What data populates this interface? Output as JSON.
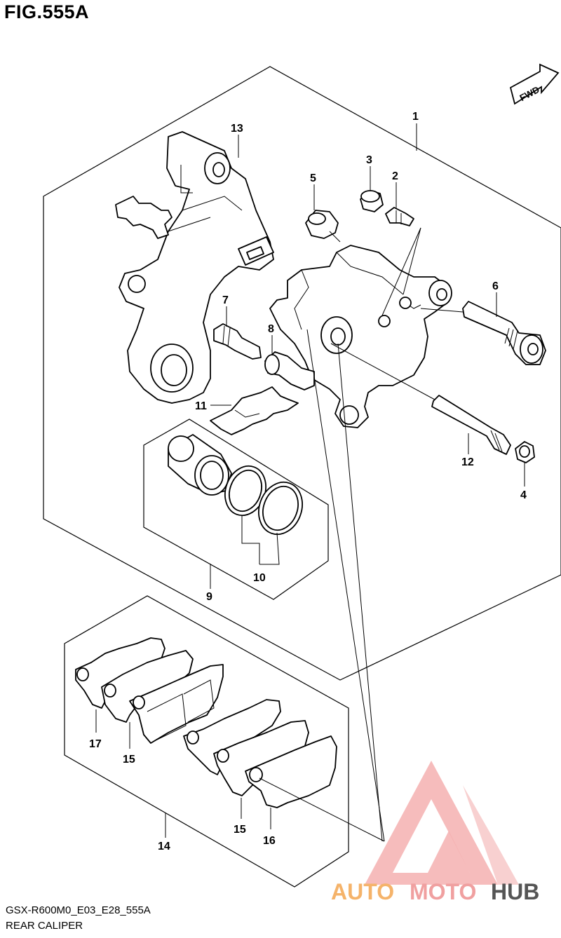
{
  "header": {
    "figure_label": "FIG.555A"
  },
  "footer": {
    "model_code": "GSX-R600M0_E03_E28_555A",
    "section_name": "REAR CALIPER"
  },
  "fwd_indicator": {
    "text": "FWD",
    "icon": "forward-arrow-icon"
  },
  "watermark": {
    "icon": "triangle-logo-icon",
    "text_part1": "AUTO",
    "text_part2": "MOTO",
    "text_part3": "HUB",
    "colors": {
      "triangle": "#f0a0a0",
      "auto": "#f5b36a",
      "moto": "#f0a0a0",
      "hub": "#555555"
    }
  },
  "callouts": [
    {
      "id": "1",
      "label": "1"
    },
    {
      "id": "2",
      "label": "2"
    },
    {
      "id": "3",
      "label": "3"
    },
    {
      "id": "4",
      "label": "4"
    },
    {
      "id": "5",
      "label": "5"
    },
    {
      "id": "6",
      "label": "6"
    },
    {
      "id": "7",
      "label": "7"
    },
    {
      "id": "8",
      "label": "8"
    },
    {
      "id": "9",
      "label": "9"
    },
    {
      "id": "10",
      "label": "10"
    },
    {
      "id": "11",
      "label": "11"
    },
    {
      "id": "12",
      "label": "12"
    },
    {
      "id": "13",
      "label": "13"
    },
    {
      "id": "14",
      "label": "14"
    },
    {
      "id": "15a",
      "label": "15"
    },
    {
      "id": "15b",
      "label": "15"
    },
    {
      "id": "16",
      "label": "16"
    },
    {
      "id": "17",
      "label": "17"
    }
  ]
}
